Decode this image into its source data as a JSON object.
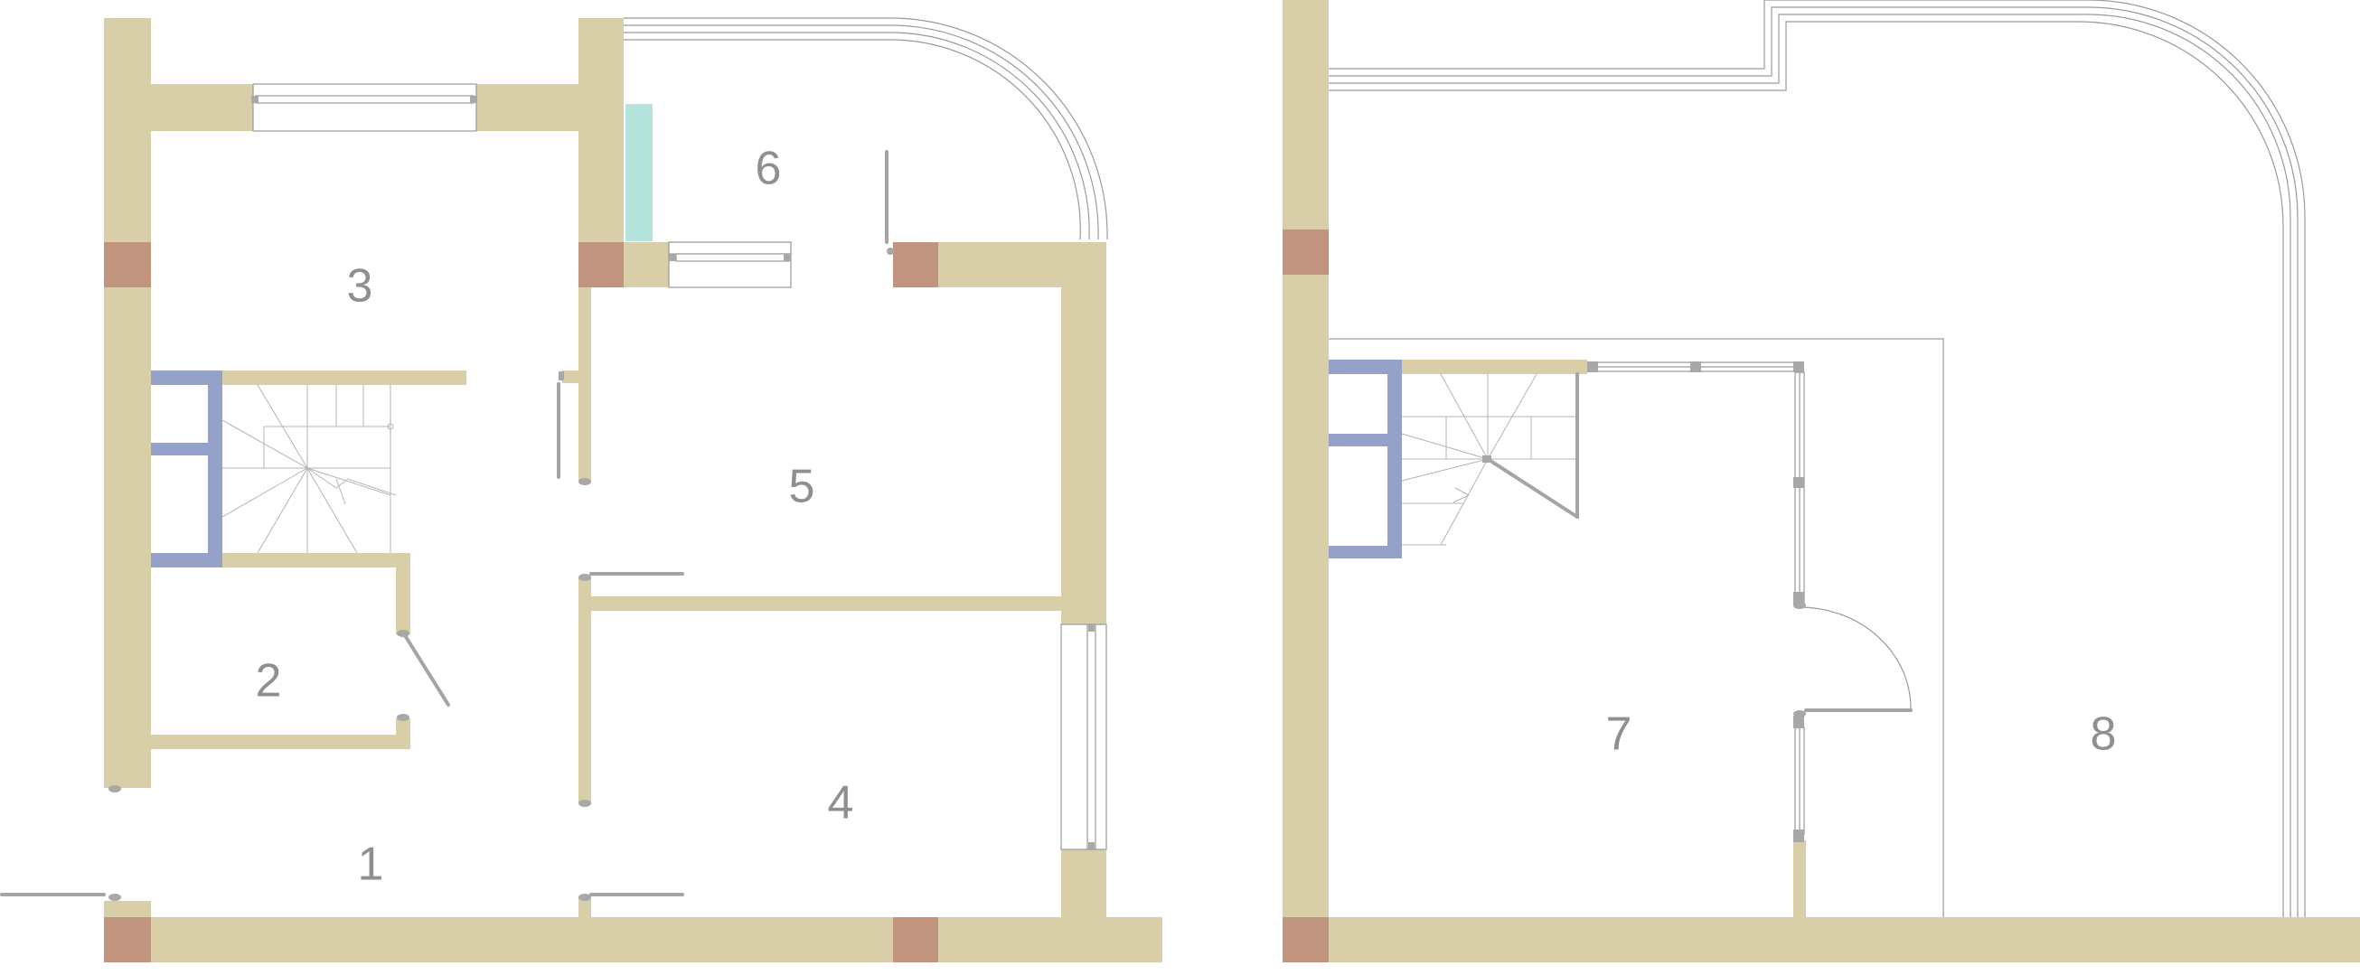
{
  "rooms": {
    "r1": "1",
    "r2": "2",
    "r3": "3",
    "r4": "4",
    "r5": "5",
    "r6": "6",
    "r7": "7",
    "r8": "8"
  },
  "colors": {
    "wall": "#d8cfa8",
    "column": "#c19480",
    "stair_wall": "#96a1c9",
    "glass": "#b4e4dc",
    "fixture": "#a4a4a4"
  }
}
